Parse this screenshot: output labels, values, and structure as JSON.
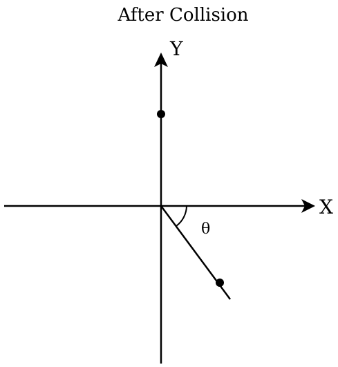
{
  "title": "After Collision",
  "axes": {
    "x_label": "X",
    "y_label": "Y"
  },
  "angle_label": "θ",
  "colors": {
    "background": "#ffffff",
    "ink": "#000000"
  }
}
